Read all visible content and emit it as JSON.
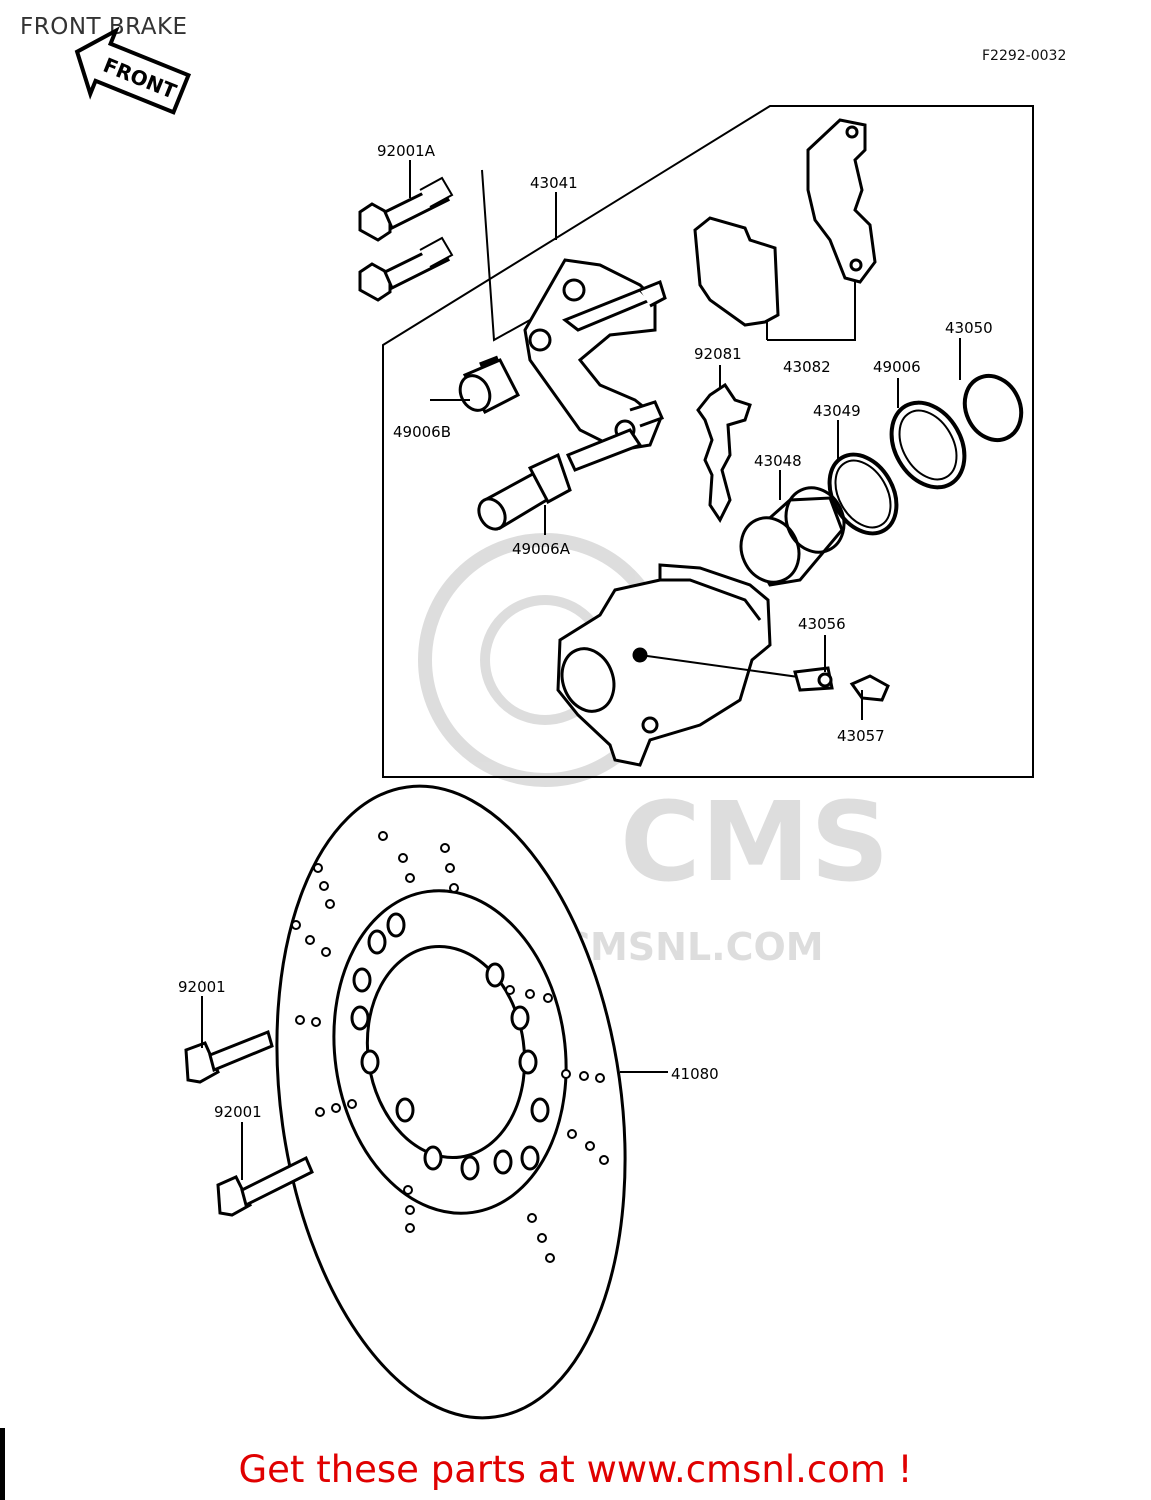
{
  "header": {
    "title": "FRONT BRAKE",
    "figure_code": "F2292-0032"
  },
  "front_arrow": {
    "text": "FRONT"
  },
  "parts": [
    {
      "number": "92001A"
    },
    {
      "number": "43041"
    },
    {
      "number": "43082"
    },
    {
      "number": "92081"
    },
    {
      "number": "43049"
    },
    {
      "number": "49006"
    },
    {
      "number": "43050"
    },
    {
      "number": "49006B"
    },
    {
      "number": "43048"
    },
    {
      "number": "49006A"
    },
    {
      "number": "43056"
    },
    {
      "number": "43057"
    },
    {
      "number": "92001"
    },
    {
      "number": "92001"
    },
    {
      "number": "41080"
    }
  ],
  "watermark": {
    "brand": "CMS",
    "url": "WWW.CMSNL.COM"
  },
  "footer": {
    "promo": "Get these parts at www.cmsnl.com !",
    "promo_color": "#e00000"
  }
}
